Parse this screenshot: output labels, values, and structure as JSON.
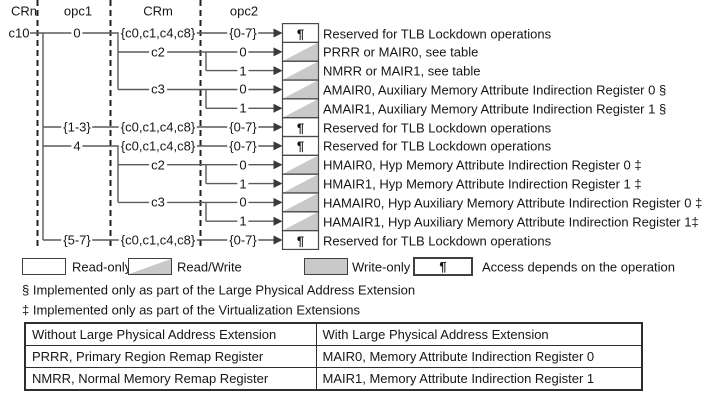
{
  "diagram": {
    "column_headers": {
      "crn": "CRn",
      "opc1": "opc1",
      "crm": "CRm",
      "opc2": "opc2"
    },
    "root": "c10",
    "access_symbol": "¶",
    "rows": [
      {
        "opc1": "0",
        "crm": "{c0,c1,c4,c8}",
        "opc2": "{0-7}",
        "access": "depends",
        "label": "Reserved for TLB Lockdown operations"
      },
      {
        "crm": "c2",
        "opc2": "0",
        "access": "read-write",
        "label": "PRRR or MAIR0, see table"
      },
      {
        "opc2": "1",
        "access": "read-write",
        "label": "NMRR or MAIR1, see table"
      },
      {
        "crm": "c3",
        "opc2": "0",
        "access": "read-write",
        "label": "AMAIR0, Auxiliary Memory Attribute Indirection Register 0 §"
      },
      {
        "opc2": "1",
        "access": "read-write",
        "label": "AMAIR1, Auxiliary Memory Attribute Indirection Register 1 §"
      },
      {
        "opc1": "{1-3}",
        "crm": "{c0,c1,c4,c8}",
        "opc2": "{0-7}",
        "access": "depends",
        "label": "Reserved for TLB Lockdown operations"
      },
      {
        "opc1": "4",
        "crm": "{c0,c1,c4,c8}",
        "opc2": "{0-7}",
        "access": "depends",
        "label": "Reserved for TLB Lockdown operations"
      },
      {
        "crm": "c2",
        "opc2": "0",
        "access": "read-write",
        "label": "HMAIR0, Hyp Memory Attribute Indirection Register 0 ‡"
      },
      {
        "opc2": "1",
        "access": "read-write",
        "label": "HMAIR1, Hyp Memory Attribute Indirection Register 1 ‡"
      },
      {
        "crm": "c3",
        "opc2": "0",
        "access": "read-write",
        "label": "HAMAIR0, Hyp Auxiliary Memory Attribute Indirection Register 0 ‡"
      },
      {
        "opc2": "1",
        "access": "read-write",
        "label": "HAMAIR1, Hyp Auxiliary Memory Attribute Indirection Register 1‡"
      },
      {
        "opc1": "{5-7}",
        "crm": "{c0,c1,c4,c8}",
        "opc2": "{0-7}",
        "access": "depends",
        "label": "Reserved for TLB Lockdown operations"
      }
    ]
  },
  "legend": {
    "items": [
      {
        "type": "read-only",
        "label": "Read-only"
      },
      {
        "type": "read-write",
        "label": "Read/Write"
      },
      {
        "type": "write-only",
        "label": "Write-only"
      },
      {
        "type": "depends",
        "symbol": "¶",
        "label": "Access depends on the operation"
      }
    ]
  },
  "footnotes": [
    "§ Implemented only as part of the Large Physical Address Extension",
    "‡ Implemented only as part of the Virtualization Extensions"
  ],
  "table": {
    "headers": [
      "Without Large Physical Address Extension",
      "With Large Physical Address Extension"
    ],
    "rows": [
      [
        "PRRR, Primary Region Remap Register",
        "MAIR0, Memory Attribute Indirection Register 0"
      ],
      [
        "NMRR, Normal Memory Remap Register",
        "MAIR1, Memory Attribute Indirection Register 1"
      ]
    ]
  },
  "colors": {
    "fill_gray": "#c9c9c9",
    "line": "#5a5a5a",
    "text": "#161616"
  }
}
